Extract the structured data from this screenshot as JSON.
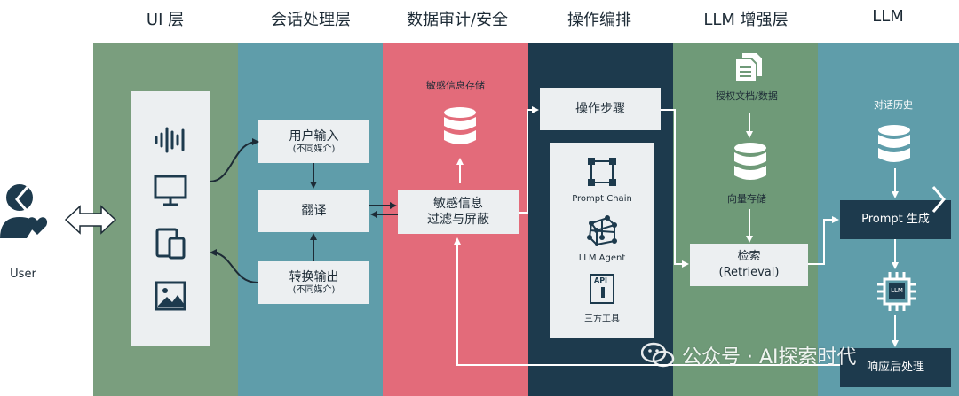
{
  "headers": [
    "UI 层",
    "会话处理层",
    "数据审计/安全",
    "操作编排",
    "LLM 增强层",
    "LLM"
  ],
  "colors": {
    "ui": "#7a9e7e",
    "session": "#5f9daa",
    "security": "#e36b7a",
    "orchestration": "#1d3a4d",
    "enhance": "#6f9a78",
    "llm": "#5f9daa",
    "dark": "#1d2b36",
    "light": "#eceff1"
  },
  "user": {
    "label": "User"
  },
  "session": {
    "input_label": "用户输入",
    "input_sub": "(不同媒介)",
    "translate_label": "翻译",
    "output_label": "转换输出",
    "output_sub": "(不同媒介)"
  },
  "security": {
    "storage_label": "敏感信息存储",
    "filter_line1": "敏感信息",
    "filter_line2": "过滤与屏蔽"
  },
  "orchestration": {
    "steps_label": "操作步骤",
    "tools": [
      "Prompt Chain",
      "LLM Agent",
      "三方工具"
    ],
    "api_text": "API"
  },
  "enhance": {
    "docs_label": "授权文档/数据",
    "vector_label": "向量存储",
    "retrieval_line1": "检索",
    "retrieval_line2": "(Retrieval)"
  },
  "llm": {
    "history_label": "对话历史",
    "prompt_label": "Prompt 生成",
    "chip_text": "LLM",
    "post_label": "响应后处理"
  },
  "watermark": "公众号 · AI探索时代"
}
